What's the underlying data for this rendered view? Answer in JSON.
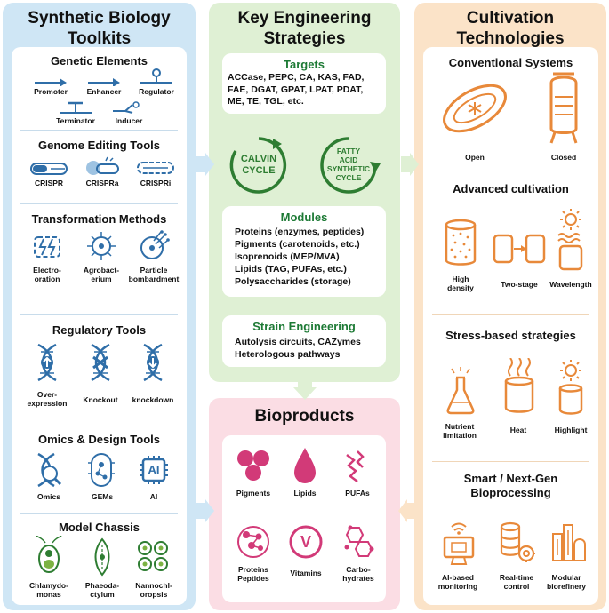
{
  "left": {
    "title": "Synthetic Biology Toolkits",
    "genetic": {
      "title": "Genetic Elements",
      "items": [
        "Promoter",
        "Enhancer",
        "Regulator",
        "Terminator",
        "Inducer"
      ]
    },
    "genome": {
      "title": "Genome Editing Tools",
      "items": [
        "CRISPR",
        "CRISPRa",
        "CRISPRi"
      ]
    },
    "transformation": {
      "title": "Transformation Methods",
      "items": [
        "Electro-\noration",
        "Agrobact-\nerium",
        "Particle\nbombardment"
      ]
    },
    "regulatory": {
      "title": "Regulatory Tools",
      "items": [
        "Over-\nexpression",
        "Knockout",
        "knockdown"
      ]
    },
    "omics": {
      "title": "Omics & Design Tools",
      "items": [
        "Omics",
        "GEMs",
        "AI"
      ],
      "ai_glyph": "AI"
    },
    "chassis": {
      "title": "Model Chassis",
      "items": [
        "Chlamydo-\nmonas",
        "Phaeoda-\nctylum",
        "Nannochl-\noropsis"
      ]
    }
  },
  "middle": {
    "title": "Key Engineering Strategies",
    "targets": {
      "title": "Targets",
      "text": "ACCase, PEPC, CA, KAS, FAD,\nFAE, DGAT, GPAT, LPAT, PDAT,\nME, TE, TGL, etc."
    },
    "cycles": {
      "calvin": "CALVIN\nCYCLE",
      "fatty": "FATTY\nACID\nSYNTHETIC\nCYCLE"
    },
    "modules": {
      "title": "Modules",
      "items": [
        "Proteins (enzymes, peptides)",
        "Pigments (carotenoids, etc.)",
        "Isoprenoids (MEP/MVA)",
        "Lipids (TAG, PUFAs, etc.)",
        "Polysaccharides (storage)"
      ]
    },
    "strain": {
      "title": "Strain Engineering",
      "items": [
        "Autolysis circuits, CAZymes",
        "Heterologous pathways"
      ]
    }
  },
  "bioproducts": {
    "title": "Bioproducts",
    "items": [
      "Pigments",
      "Lipids",
      "PUFAs",
      "Proteins\nPeptides",
      "Vitamins",
      "Carbo-\nhydrates"
    ],
    "vitamin_glyph": "V"
  },
  "right": {
    "title": "Cultivation Technologies",
    "conventional": {
      "title": "Conventional Systems",
      "items": [
        "Open",
        "Closed"
      ]
    },
    "advanced": {
      "title": "Advanced cultivation",
      "items": [
        "High\ndensity",
        "Two-stage",
        "Wavelength"
      ]
    },
    "stress": {
      "title": "Stress-based strategies",
      "items": [
        "Nutrient\nlimitation",
        "Heat",
        "Highlight"
      ]
    },
    "smart": {
      "title": "Smart / Next-Gen\nBioprocessing",
      "items": [
        "AI-based\nmonitoring",
        "Real-time\ncontrol",
        "Modular\nbiorefinery"
      ]
    }
  },
  "colors": {
    "left_bg": "#cfe6f5",
    "mid_bg": "#dff0d4",
    "right_bg": "#fbe3c8",
    "bottom_bg": "#fbdde4",
    "blue_icon": "#2f6ea8",
    "green_icon": "#2e7d32",
    "orange_icon": "#e8893a",
    "pink_icon": "#d23a78",
    "green_title": "#1d7a35"
  }
}
